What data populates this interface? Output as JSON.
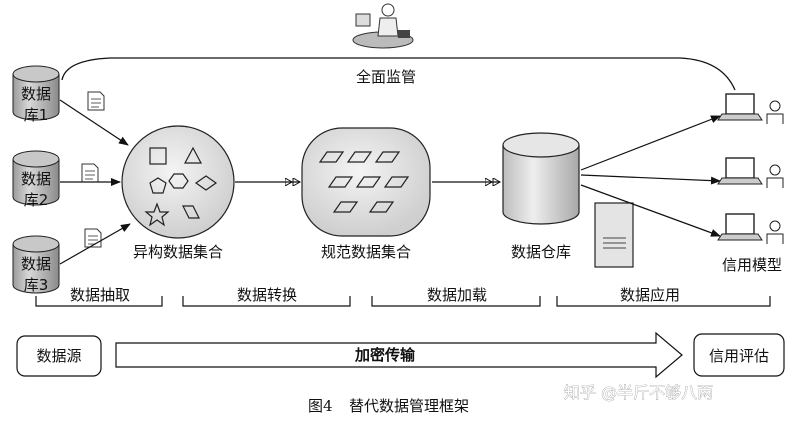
{
  "databases": [
    {
      "line1": "数据",
      "line2": "库1"
    },
    {
      "line1": "数据",
      "line2": "库2"
    },
    {
      "line1": "数据",
      "line2": "库3"
    }
  ],
  "top_label": "全面监管",
  "stages": {
    "heterogeneous": "异构数据集合",
    "normalized": "规范数据集合",
    "warehouse": "数据仓库",
    "credit_model": "信用模型"
  },
  "phases": [
    "数据抽取",
    "数据转换",
    "数据加载",
    "数据应用"
  ],
  "bottom": {
    "source": "数据源",
    "transfer": "加密传输",
    "evaluation": "信用评估"
  },
  "caption": {
    "figure_no": "图4",
    "title": "替代数据管理框架"
  },
  "watermark": "知乎 @半斤不够八两"
}
